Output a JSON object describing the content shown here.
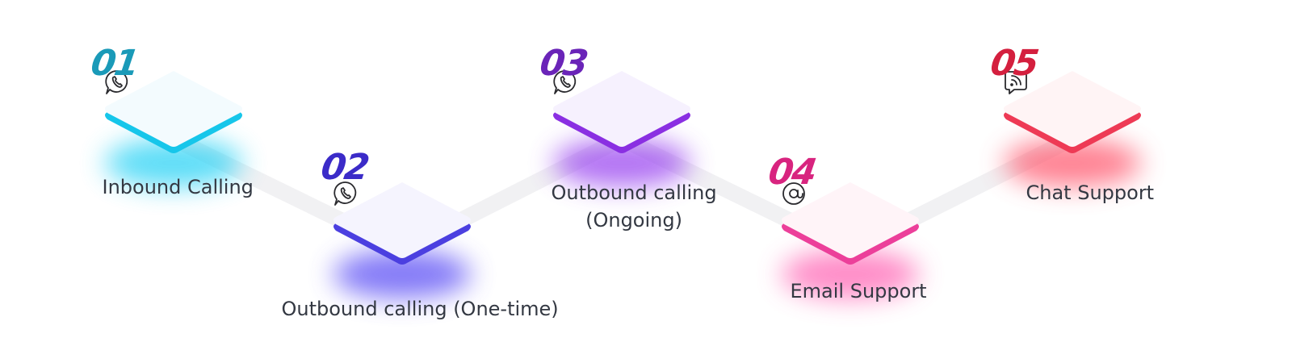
{
  "steps": [
    {
      "number": "01",
      "label_lines": [
        "Inbound Calling"
      ],
      "icon": "phone-bubble-icon",
      "accent": "#16c6ea",
      "number_color": "#1a9ab8",
      "glow": "#28d2f5",
      "tint": "#f3fbfe"
    },
    {
      "number": "02",
      "label_lines": [
        "Outbound calling (One-time)"
      ],
      "icon": "phone-bubble-icon",
      "accent": "#4b3fe0",
      "number_color": "#3b2bc8",
      "glow": "#5b4ef5",
      "tint": "#f5f4fe"
    },
    {
      "number": "03",
      "label_lines": [
        "Outbound calling",
        "(Ongoing)"
      ],
      "icon": "phone-bubble-icon",
      "accent": "#8a2fe2",
      "number_color": "#6a24b8",
      "glow": "#9a45f0",
      "tint": "#f6f1fe"
    },
    {
      "number": "04",
      "label_lines": [
        "Email Support"
      ],
      "icon": "at-sign-icon",
      "accent": "#ec3f9a",
      "number_color": "#d8247f",
      "glow": "#ff66b5",
      "tint": "#fff4f8"
    },
    {
      "number": "05",
      "label_lines": [
        "Chat Support"
      ],
      "icon": "chat-bubble-icon",
      "accent": "#ee3a55",
      "number_color": "#d41f3e",
      "glow": "#ff5a70",
      "tint": "#fff4f5"
    }
  ]
}
